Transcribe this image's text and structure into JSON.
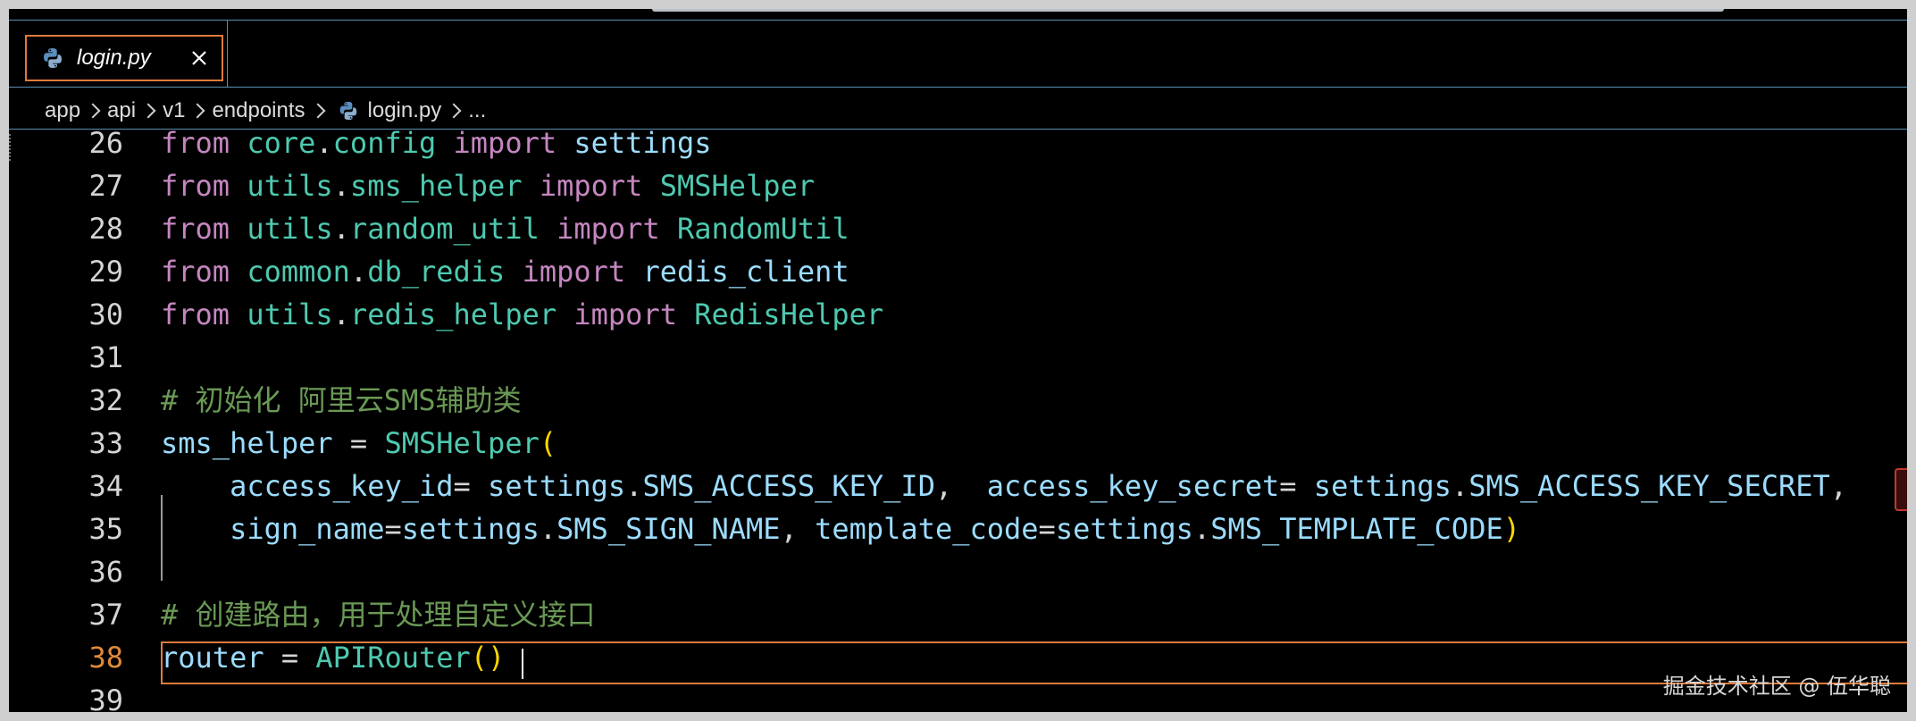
{
  "tab": {
    "label": "login.py",
    "icon": "python-file-icon"
  },
  "breadcrumb": [
    "app",
    "api",
    "v1",
    "endpoints",
    "login.py",
    "..."
  ],
  "lines": [
    {
      "num": "26",
      "tokens": [
        [
          "kw",
          "from"
        ],
        [
          "plain",
          " "
        ],
        [
          "mod",
          "core"
        ],
        [
          "plain",
          "."
        ],
        [
          "mod",
          "config"
        ],
        [
          "plain",
          " "
        ],
        [
          "kw",
          "import"
        ],
        [
          "plain",
          " "
        ],
        [
          "var",
          "settings"
        ]
      ]
    },
    {
      "num": "27",
      "tokens": [
        [
          "kw",
          "from"
        ],
        [
          "plain",
          " "
        ],
        [
          "mod",
          "utils"
        ],
        [
          "plain",
          "."
        ],
        [
          "mod",
          "sms_helper"
        ],
        [
          "plain",
          " "
        ],
        [
          "kw",
          "import"
        ],
        [
          "plain",
          " "
        ],
        [
          "cls",
          "SMSHelper"
        ]
      ]
    },
    {
      "num": "28",
      "tokens": [
        [
          "kw",
          "from"
        ],
        [
          "plain",
          " "
        ],
        [
          "mod",
          "utils"
        ],
        [
          "plain",
          "."
        ],
        [
          "mod",
          "random_util"
        ],
        [
          "plain",
          " "
        ],
        [
          "kw",
          "import"
        ],
        [
          "plain",
          " "
        ],
        [
          "cls",
          "RandomUtil"
        ]
      ]
    },
    {
      "num": "29",
      "tokens": [
        [
          "kw",
          "from"
        ],
        [
          "plain",
          " "
        ],
        [
          "mod",
          "common"
        ],
        [
          "plain",
          "."
        ],
        [
          "mod",
          "db_redis"
        ],
        [
          "plain",
          " "
        ],
        [
          "kw",
          "import"
        ],
        [
          "plain",
          " "
        ],
        [
          "var",
          "redis_client"
        ]
      ]
    },
    {
      "num": "30",
      "tokens": [
        [
          "kw",
          "from"
        ],
        [
          "plain",
          " "
        ],
        [
          "mod",
          "utils"
        ],
        [
          "plain",
          "."
        ],
        [
          "mod",
          "redis_helper"
        ],
        [
          "plain",
          " "
        ],
        [
          "kw",
          "import"
        ],
        [
          "plain",
          " "
        ],
        [
          "cls",
          "RedisHelper"
        ]
      ]
    },
    {
      "num": "31",
      "tokens": []
    },
    {
      "num": "32",
      "tokens": [
        [
          "comment",
          "# 初始化 阿里云SMS辅助类"
        ]
      ]
    },
    {
      "num": "33",
      "tokens": [
        [
          "var",
          "sms_helper"
        ],
        [
          "plain",
          " = "
        ],
        [
          "cls",
          "SMSHelper"
        ],
        [
          "paren",
          "("
        ]
      ]
    },
    {
      "num": "34",
      "tokens": [
        [
          "plain",
          "    "
        ],
        [
          "var",
          "access_key_id"
        ],
        [
          "plain",
          "= "
        ],
        [
          "var",
          "settings"
        ],
        [
          "plain",
          "."
        ],
        [
          "var",
          "SMS_ACCESS_KEY_ID"
        ],
        [
          "plain",
          ",  "
        ],
        [
          "var",
          "access_key_secret"
        ],
        [
          "plain",
          "= "
        ],
        [
          "var",
          "settings"
        ],
        [
          "plain",
          "."
        ],
        [
          "var",
          "SMS_ACCESS_KEY_SECRET"
        ],
        [
          "plain",
          ","
        ]
      ]
    },
    {
      "num": "35",
      "tokens": [
        [
          "plain",
          "    "
        ],
        [
          "var",
          "sign_name"
        ],
        [
          "plain",
          "="
        ],
        [
          "var",
          "settings"
        ],
        [
          "plain",
          "."
        ],
        [
          "var",
          "SMS_SIGN_NAME"
        ],
        [
          "plain",
          ", "
        ],
        [
          "var",
          "template_code"
        ],
        [
          "plain",
          "="
        ],
        [
          "var",
          "settings"
        ],
        [
          "plain",
          "."
        ],
        [
          "var",
          "SMS_TEMPLATE_CODE"
        ],
        [
          "paren",
          ")"
        ]
      ]
    },
    {
      "num": "36",
      "tokens": []
    },
    {
      "num": "37",
      "tokens": [
        [
          "comment",
          "# 创建路由，用于处理自定义接口"
        ]
      ]
    },
    {
      "num": "38",
      "tokens": [
        [
          "var",
          "router"
        ],
        [
          "plain",
          " = "
        ],
        [
          "cls",
          "APIRouter"
        ],
        [
          "paren",
          "()"
        ]
      ],
      "active": true
    },
    {
      "num": "39",
      "tokens": []
    }
  ],
  "watermark": "掘金技术社区 @ 伍华聪",
  "colors": {
    "keyword": "#c586c0",
    "module": "#4ec9b0",
    "variable": "#9cdcfe",
    "comment": "#6a9955",
    "bracket": "#ffd700",
    "active_line_number": "#e08a3a",
    "tab_border": "#e07a3a"
  }
}
